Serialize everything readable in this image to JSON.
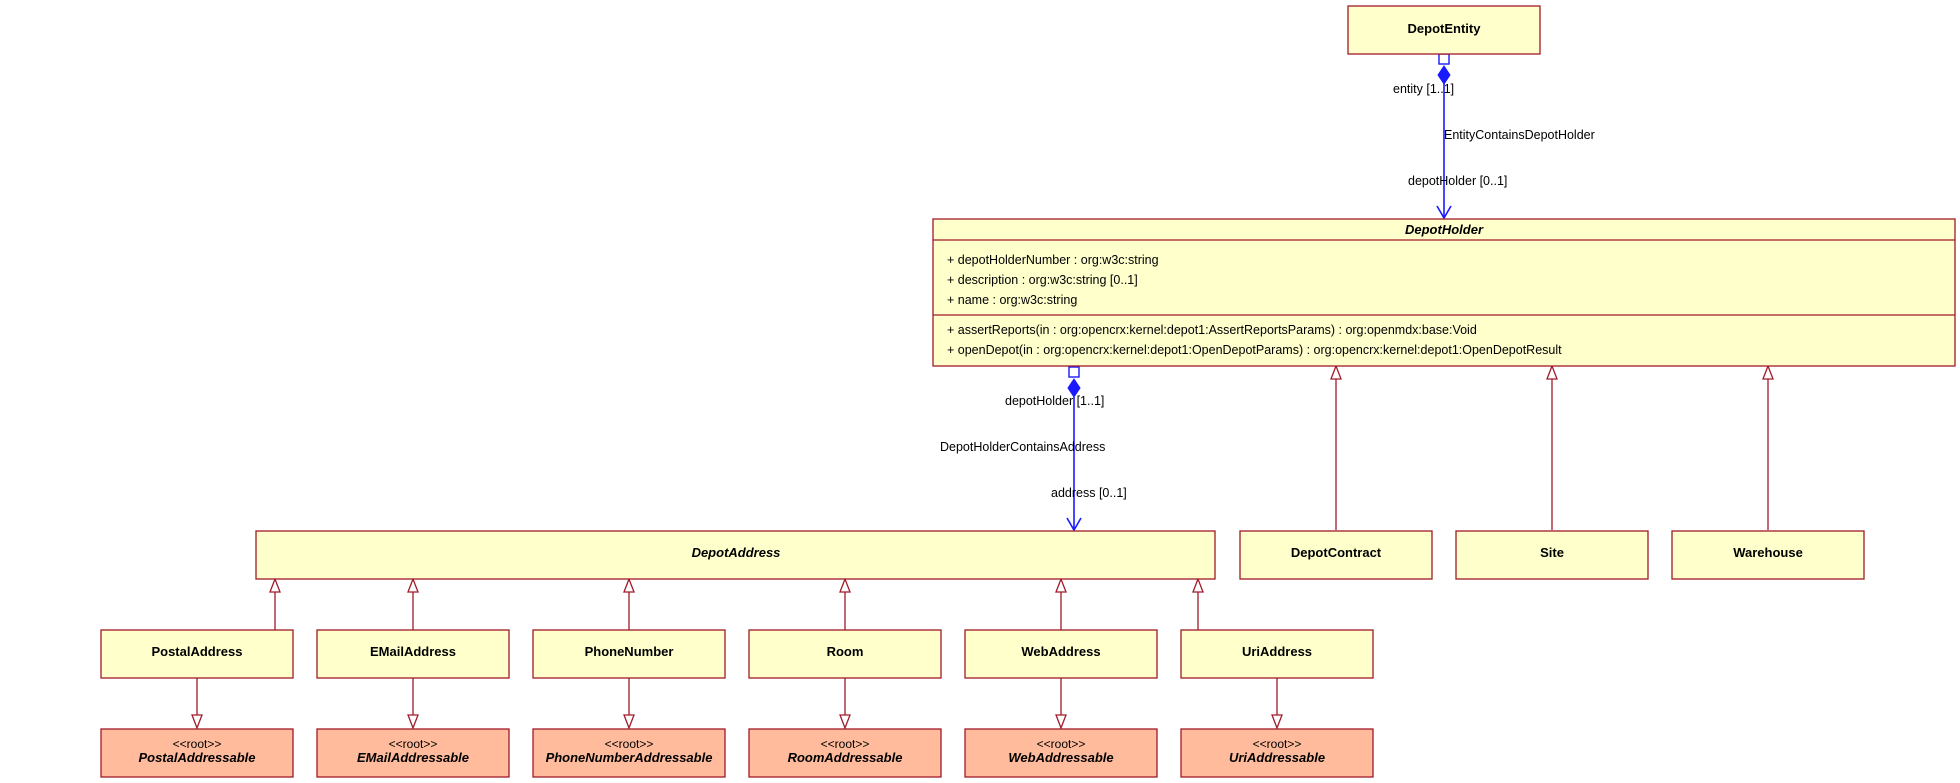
{
  "classes": {
    "depot_entity": {
      "name": "DepotEntity"
    },
    "depot_holder": {
      "name": "DepotHolder",
      "attributes": [
        "+ depotHolderNumber : org:w3c:string",
        "+ description : org:w3c:string [0..1]",
        "+ name : org:w3c:string"
      ],
      "operations": [
        "+ assertReports(in : org:opencrx:kernel:depot1:AssertReportsParams) : org:openmdx:base:Void",
        "+ openDepot(in : org:opencrx:kernel:depot1:OpenDepotParams) : org:opencrx:kernel:depot1:OpenDepotResult"
      ]
    },
    "depot_address": {
      "name": "DepotAddress"
    },
    "depot_contract": {
      "name": "DepotContract"
    },
    "site": {
      "name": "Site"
    },
    "warehouse": {
      "name": "Warehouse"
    },
    "postal_address": {
      "name": "PostalAddress"
    },
    "email_address": {
      "name": "EMailAddress"
    },
    "phone_number": {
      "name": "PhoneNumber"
    },
    "room": {
      "name": "Room"
    },
    "web_address": {
      "name": "WebAddress"
    },
    "uri_address": {
      "name": "UriAddress"
    },
    "postal_addressable": {
      "stereotype": "<<root>>",
      "name": "PostalAddressable"
    },
    "email_addressable": {
      "stereotype": "<<root>>",
      "name": "EMailAddressable"
    },
    "phone_number_addressable": {
      "stereotype": "<<root>>",
      "name": "PhoneNumberAddressable"
    },
    "room_addressable": {
      "stereotype": "<<root>>",
      "name": "RoomAddressable"
    },
    "web_addressable": {
      "stereotype": "<<root>>",
      "name": "WebAddressable"
    },
    "uri_addressable": {
      "stereotype": "<<root>>",
      "name": "UriAddressable"
    }
  },
  "associations": {
    "entity_contains_depot_holder": {
      "name": "EntityContainsDepotHolder",
      "source_end": "entity [1..1]",
      "target_end": "depotHolder [0..1]"
    },
    "depot_holder_contains_address": {
      "name": "DepotHolderContainsAddress",
      "source_end": "depotHolder [1..1]",
      "target_end": "address [0..1]"
    }
  },
  "colors": {
    "class_fill": "#ffffcc",
    "root_fill": "#ffbb9c",
    "class_border": "#a11a2a",
    "composition_line": "#1a1aff"
  }
}
